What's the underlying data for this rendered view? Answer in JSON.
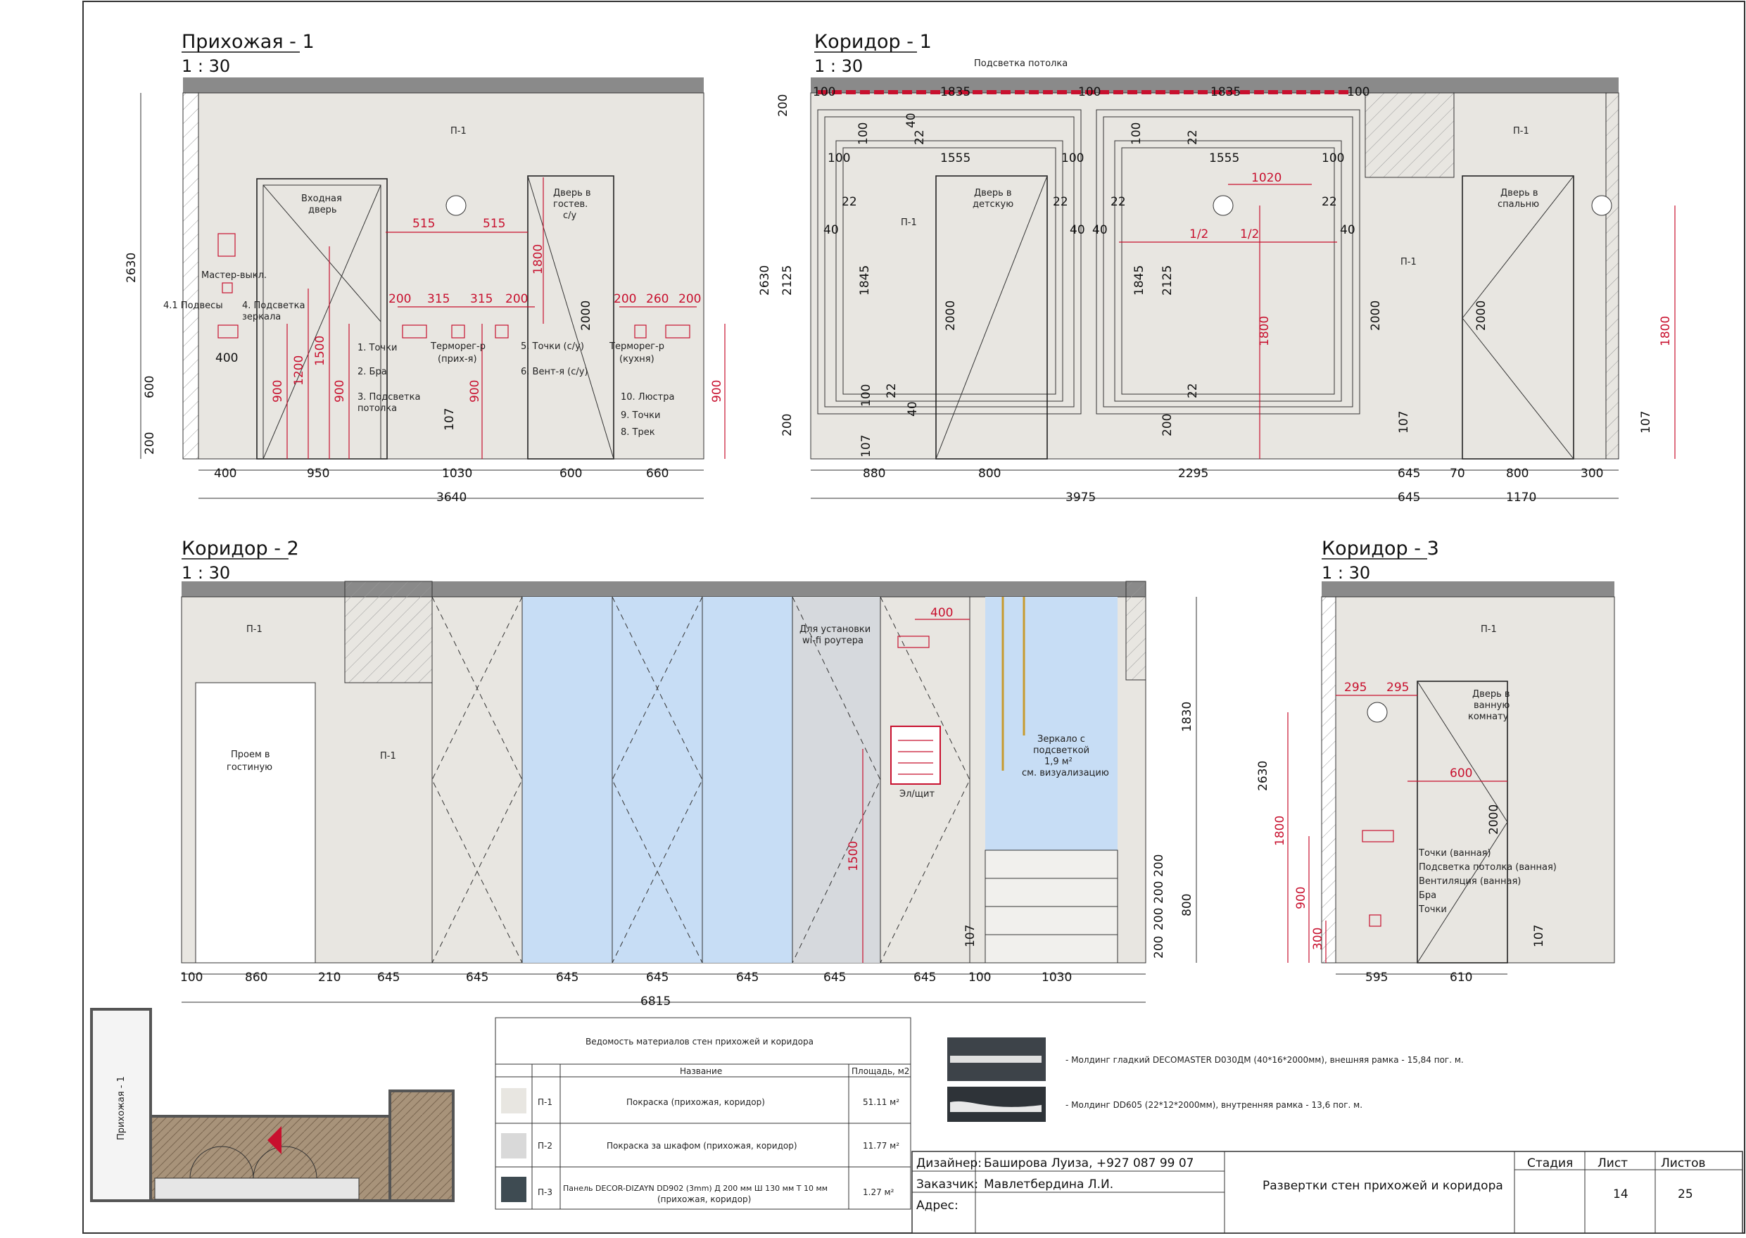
{
  "views": {
    "hall1": {
      "title": "Прихожая - 1",
      "scale": "1 : 30",
      "tags": [
        "П-1"
      ],
      "door_labels": [
        "Входная",
        "дверь",
        "Дверь в",
        "гостев.",
        "с/у"
      ],
      "notes": [
        "Мастер-выкл.",
        "4.1 Подвесы",
        "4. Подсветка",
        "зеркала",
        "1. Точки",
        "2. Бра",
        "3. Подсветка",
        "потолка",
        "Терморег-р",
        "(прих-я)",
        "5. Точки (с/у)",
        "6. Вент-я (с/у)",
        "Терморег-р",
        "(кухня)",
        "10. Люстра",
        "9. Точки",
        "8. Трек"
      ],
      "dims_red": [
        "515",
        "515",
        "1800",
        "200",
        "315",
        "315",
        "200",
        "200",
        "260",
        "200",
        "900",
        "1200",
        "1500",
        "900",
        "900",
        "900"
      ],
      "dims": [
        "2630",
        "600",
        "200",
        "400",
        "107",
        "2000",
        "400",
        "950",
        "1030",
        "600",
        "660",
        "3640"
      ]
    },
    "corr1": {
      "title": "Коридор - 1",
      "scale": "1 : 30",
      "ceiling_note": "Подсветка потолка",
      "tags": [
        "П-1",
        "П-1",
        "П-1"
      ],
      "door_labels": [
        "Дверь в",
        "детскую",
        "Дверь в",
        "спальню"
      ],
      "dims_red": [
        "1020",
        "1/2",
        "1/2",
        "1800",
        "1800"
      ],
      "dims": [
        "100",
        "1835",
        "100",
        "1835",
        "100",
        "200",
        "40",
        "22",
        "100",
        "1555",
        "100",
        "100",
        "22",
        "100",
        "1555",
        "100",
        "22",
        "22",
        "22",
        "22",
        "40",
        "40",
        "40",
        "40",
        "1845",
        "2125",
        "1845",
        "2125",
        "2630",
        "2000",
        "2000",
        "2000",
        "22",
        "40",
        "100",
        "22",
        "200",
        "200",
        "107",
        "107",
        "107",
        "880",
        "800",
        "2295",
        "645",
        "70",
        "800",
        "300",
        "3975",
        "645",
        "1170"
      ]
    },
    "corr2": {
      "title": "Коридор - 2",
      "scale": "1 : 30",
      "tags": [
        "П-1",
        "П-1"
      ],
      "opening": [
        "Проем в",
        "гостиную"
      ],
      "router": [
        "Для установки",
        "wi-fi роутера"
      ],
      "panel": "Эл/щит",
      "mirror": [
        "Зеркало с",
        "подсветкой",
        "1,9 м²",
        "см. визуализацию"
      ],
      "dims_red": [
        "400",
        "1500"
      ],
      "dims": [
        "1830",
        "800",
        "200",
        "200",
        "200",
        "200",
        "107",
        "100",
        "860",
        "210",
        "645",
        "645",
        "645",
        "645",
        "645",
        "645",
        "645",
        "100",
        "1030",
        "6815"
      ]
    },
    "corr3": {
      "title": "Коридор - 3",
      "scale": "1 : 30",
      "tags": [
        "П-1"
      ],
      "door_labels": [
        "Дверь в",
        "ванную",
        "комнату"
      ],
      "notes": [
        "Точки (ванная)",
        "Подсветка потолка (ванная)",
        "Вентиляция (ванная)",
        "Бра",
        "Точки"
      ],
      "dims_red": [
        "295",
        "295",
        "600",
        "1800",
        "900",
        "300"
      ],
      "dims": [
        "2630",
        "2000",
        "107",
        "595",
        "610"
      ]
    }
  },
  "plan": {
    "label": "Прихожая - 1"
  },
  "materials": {
    "title": "Ведомость материалов стен прихожей и коридора",
    "col_name": "Название",
    "col_area": "Площадь, м2",
    "rows": [
      {
        "code": "П-1",
        "name": "Покраска (прихожая, коридор)",
        "area": "51.11 м²"
      },
      {
        "code": "П-2",
        "name": "Покраска за шкафом (прихожая, коридор)",
        "area": "11.77 м²"
      },
      {
        "code": "П-3",
        "name": "Панель DECOR-DIZAYN DD902 (3mm) Д 200 мм Ш 130 мм Т 10 мм",
        "name2": "(прихожая, коридор)",
        "area": "1.27 м²"
      }
    ]
  },
  "moldings": [
    "- Молдинг гладкий DECOMASTER D030ДМ (40*16*2000мм), внешняя рамка - 15,84 пог. м.",
    "- Молдинг DD605 (22*12*2000мм), внутренняя рамка - 13,6 пог. м."
  ],
  "title_block": {
    "designer_label": "Дизайнер:",
    "designer": "Баширова Луиза, +927 087 99 07",
    "client_label": "Заказчик:",
    "client": "Мавлетбердина Л.И.",
    "address_label": "Адрес:",
    "address": "",
    "sheet_title": "Развертки стен прихожей и коридора",
    "stage_label": "Стадия",
    "sheet_label": "Лист",
    "sheets_label": "Листов",
    "stage": "",
    "sheet": "14",
    "sheets": "25"
  },
  "colors": {
    "accent": "#c8102e",
    "wall": "#e8e6e1",
    "glass": "#c7ddf5",
    "frame": "#222222"
  }
}
